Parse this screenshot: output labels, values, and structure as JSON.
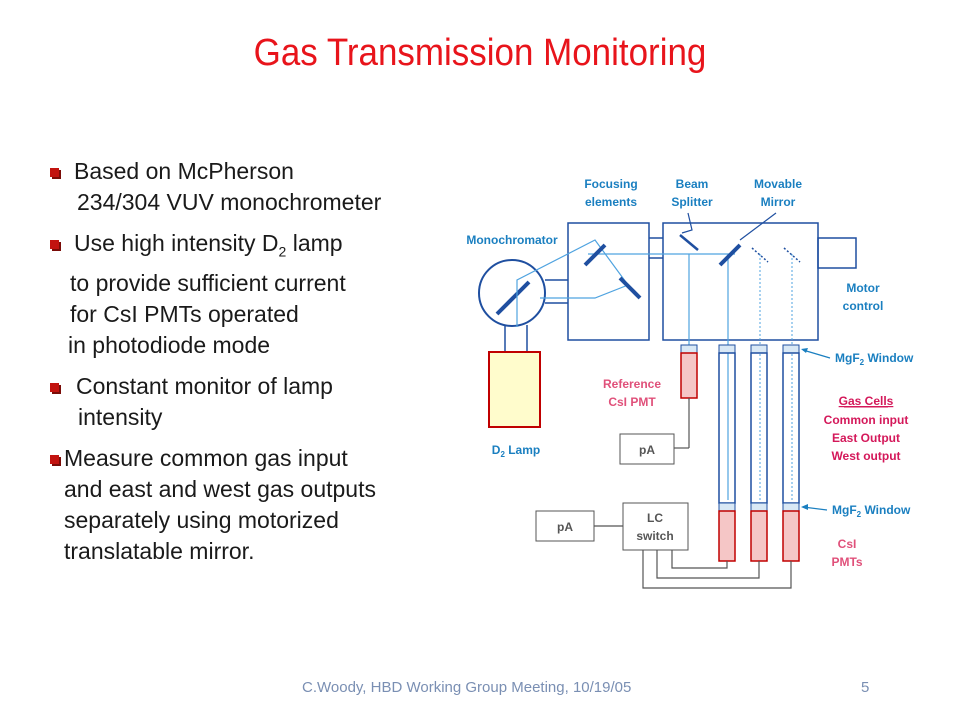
{
  "title": "Gas Transmission Monitoring",
  "bullets": [
    {
      "lines": [
        "Based on McPherson",
        "234/304 VUV monochrometer"
      ]
    },
    {
      "lines": [
        "Use high intensity D2 lamp",
        "to provide sufficient current",
        "for CsI PMTs operated",
        "in photodiode mode"
      ]
    },
    {
      "lines": [
        "Constant monitor of lamp",
        "intensity"
      ]
    },
    {
      "lines": [
        "Measure common gas input",
        "and east and west gas outputs",
        "separately using motorized",
        "translatable mirror."
      ]
    }
  ],
  "diagram": {
    "focusing_1": "Focusing",
    "focusing_2": "elements",
    "beam_1": "Beam",
    "beam_2": "Splitter",
    "movable_1": "Movable",
    "movable_2": "Mirror",
    "monochromator": "Monochromator",
    "motor_1": "Motor",
    "motor_2": "control",
    "mgf2_window_top": "MgF2 Window",
    "mgf2_window_bottom": "MgF2 Window",
    "reference_1": "Reference",
    "reference_2": "CsI PMT",
    "gas_cells": "Gas Cells",
    "common_input": "Common input",
    "east_output": "East Output",
    "west_output": "West output",
    "d2_lamp": "D2 Lamp",
    "pa_top": "pA",
    "pa_bottom": "pA",
    "lc_1": "LC",
    "lc_2": "switch",
    "csi_1": "CsI",
    "csi_2": "PMTs"
  },
  "colors": {
    "title": "#e8141b",
    "blue_label": "#1a7fc0",
    "pink_label": "#e0507a",
    "red_label": "#d4185a",
    "beam": "#4fa3e0",
    "optics": "#1f4fa0"
  },
  "footer": "C.Woody, HBD Working Group Meeting, 10/19/05",
  "page_number": "5"
}
